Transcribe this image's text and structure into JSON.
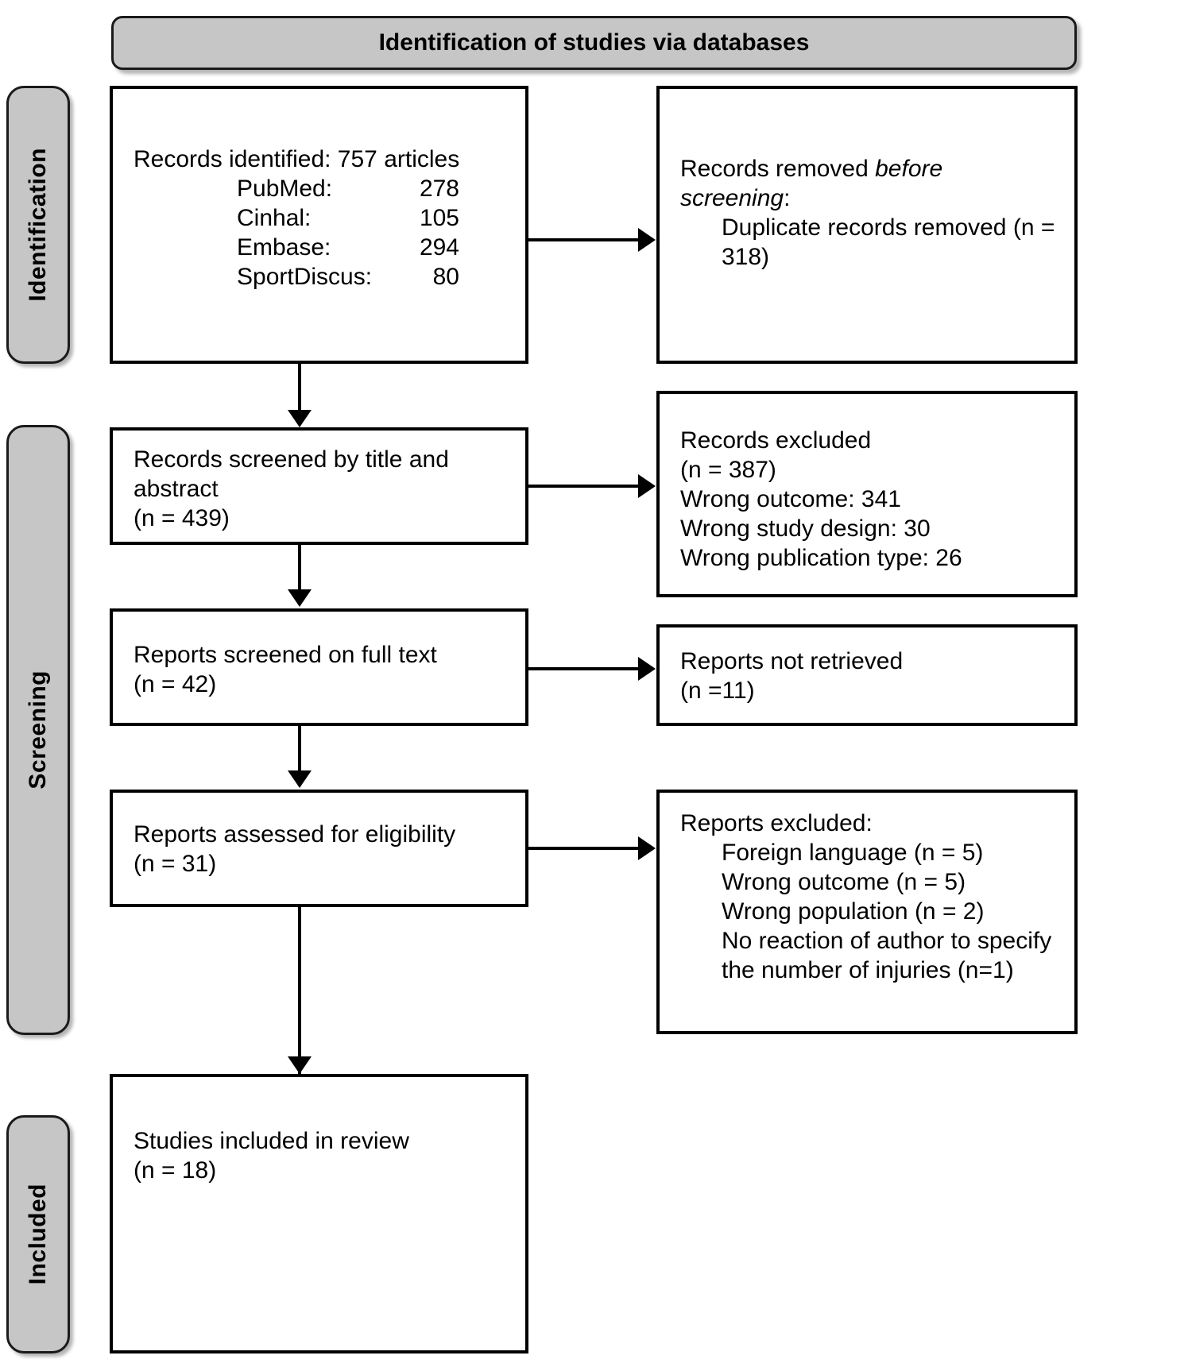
{
  "banner": {
    "title": "Identification of studies via databases"
  },
  "stages": [
    {
      "id": "identification",
      "label": "Identification"
    },
    {
      "id": "screening",
      "label": "Screening"
    },
    {
      "id": "included",
      "label": "Included"
    }
  ],
  "boxes": {
    "records_identified": {
      "heading": "Records identified: 757 articles",
      "sources": [
        {
          "name": "PubMed:",
          "count": "278"
        },
        {
          "name": "Cinhal:",
          "count": "105"
        },
        {
          "name": "Embase:",
          "count": "294"
        },
        {
          "name": "SportDiscus:",
          "count": "80"
        }
      ]
    },
    "records_removed": {
      "line1_prefix": "Records removed ",
      "line1_italic": "before",
      "line2_italic": "screening",
      "line2_suffix": ":",
      "detail": "Duplicate records removed (n = 318)"
    },
    "records_screened": {
      "line1": "Records screened by title and",
      "line2": "abstract",
      "line3": "(n = 439)"
    },
    "records_excluded": {
      "line1": "Records excluded",
      "line2": "(n = 387)",
      "line3": "Wrong outcome: 341",
      "line4": "Wrong study design: 30",
      "line5": "Wrong publication type: 26"
    },
    "reports_screened": {
      "line1": "Reports screened on full text",
      "line2": "(n = 42)"
    },
    "reports_not_retrieved": {
      "line1": "Reports not retrieved",
      "line2": "(n =11)"
    },
    "reports_assessed": {
      "line1": "Reports assessed for eligibility",
      "line2": "(n = 31)"
    },
    "reports_excluded": {
      "heading": "Reports excluded:",
      "items": [
        "Foreign language (n = 5)",
        "Wrong outcome (n = 5)",
        "Wrong population (n = 2)",
        "No reaction of author to specify the number of injuries (n=1)"
      ]
    },
    "studies_included": {
      "line1": "Studies included in review",
      "line2": "(n = 18)"
    }
  },
  "colors": {
    "pill_fill": "#c6c6c6",
    "pill_border": "#1a1a1a",
    "box_border": "#000000",
    "page_background": "#ffffff"
  }
}
